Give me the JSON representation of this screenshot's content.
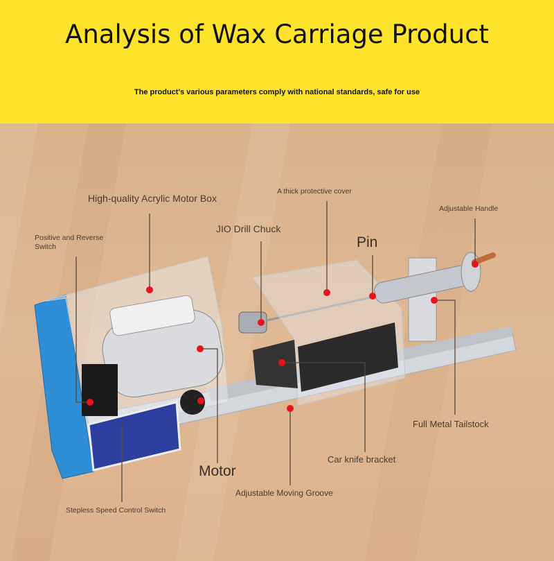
{
  "header": {
    "title": "Analysis of Wax Carriage Product",
    "subtitle": "The product's various parameters comply with national standards, safe for use"
  },
  "labels": {
    "motor_box": "High-quality Acrylic Motor Box",
    "cover": "A thick protective cover",
    "handle": "Adjustable Handle",
    "chuck": "JIO Drill Chuck",
    "pin": "Pin",
    "switch": "Positive and Reverse Switch",
    "motor": "Motor",
    "tailstock": "Full Metal Tailstock",
    "knife": "Car knife bracket",
    "groove": "Adjustable Moving Groove",
    "speed": "Stepless Speed Control Switch"
  },
  "colors": {
    "header": "#fde32c",
    "marker": "#e8141c",
    "panel": "#2f8fd6"
  }
}
